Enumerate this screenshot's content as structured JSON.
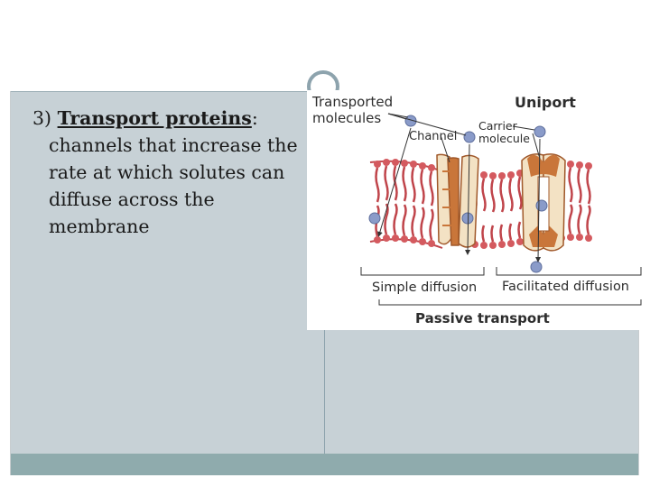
{
  "slide": {
    "point_number": "3)",
    "term": "Transport proteins",
    "colon": ":",
    "description": "channels that increase the rate at which solutes can diffuse across the membrane"
  },
  "diagram": {
    "transported_label": "Transported molecules",
    "uniport_label": "Uniport",
    "channel_label": "Channel",
    "carrier_label": "Carrier molecule",
    "simple_diffusion_label": "Simple diffusion",
    "facilitated_diffusion_label": "Facilitated diffusion",
    "passive_transport_label": "Passive transport"
  },
  "colors": {
    "panel": "#c7d1d6",
    "footer": "#8fabad",
    "lipid": "#c0454b",
    "protein": "#c9763a",
    "molecule": "#8a9bc9"
  }
}
